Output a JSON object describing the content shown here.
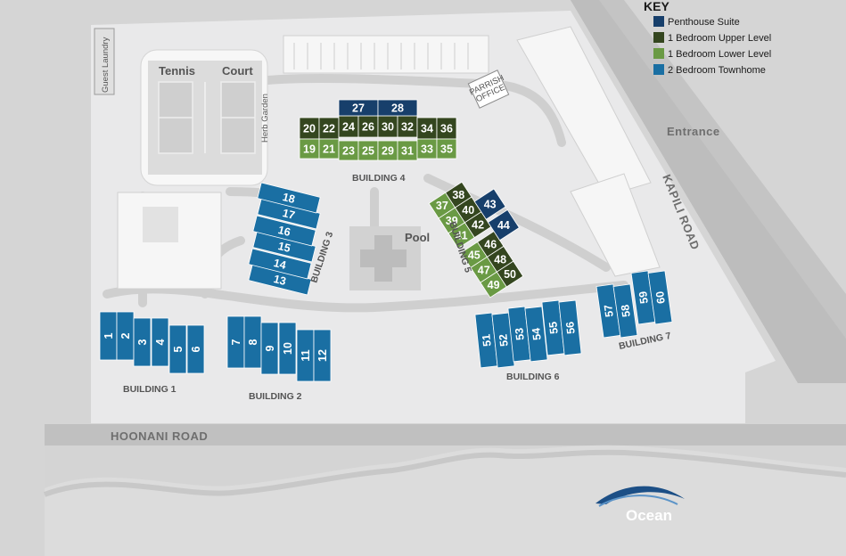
{
  "roads": {
    "hoonani": "HOONANI ROAD",
    "kapili": "KAPILI ROAD",
    "entrance": "Entrance"
  },
  "labels": {
    "tennis": "Tennis",
    "court": "Court",
    "herb_garden": "Herb Garden",
    "guest_laundry": "Guest Laundry",
    "pool": "Pool",
    "parrish_office_1": "PARRISH",
    "parrish_office_2": "OFFICE",
    "ocean": "Ocean"
  },
  "buildings": {
    "b1": "BUILDING 1",
    "b2": "BUILDING 2",
    "b3": "BUILDING 3",
    "b4": "BUILDING 4",
    "b5": "BUILDING 5",
    "b6": "BUILDING 6",
    "b7": "BUILDING 7"
  },
  "key": {
    "title": "KEY",
    "items": [
      {
        "label": "Penthouse Suite",
        "color": "#173f6b"
      },
      {
        "label": "1 Bedroom Upper Level",
        "color": "#34461f"
      },
      {
        "label": "1 Bedroom Lower Level",
        "color": "#6a9a44"
      },
      {
        "label": "2 Bedroom Townhome",
        "color": "#1a6fa3"
      }
    ]
  },
  "units": {
    "building1": [
      "1",
      "2",
      "3",
      "4",
      "5",
      "6"
    ],
    "building2": [
      "7",
      "8",
      "9",
      "10",
      "11",
      "12"
    ],
    "building3": [
      "13",
      "14",
      "15",
      "16",
      "17",
      "18"
    ],
    "building4_penthouse": [
      "27",
      "28"
    ],
    "building4_upper": [
      "20",
      "22",
      "24",
      "26",
      "30",
      "32",
      "34",
      "36"
    ],
    "building4_lower": [
      "19",
      "21",
      "23",
      "25",
      "29",
      "31",
      "33",
      "35"
    ],
    "building5_penthouse": [
      "43",
      "44"
    ],
    "building5_upper": [
      "38",
      "40",
      "42",
      "46",
      "48",
      "50"
    ],
    "building5_lower": [
      "37",
      "39",
      "41",
      "45",
      "47",
      "49"
    ],
    "building6": [
      "51",
      "52",
      "53",
      "54",
      "55",
      "56"
    ],
    "building7": [
      "57",
      "58",
      "59",
      "60"
    ]
  }
}
